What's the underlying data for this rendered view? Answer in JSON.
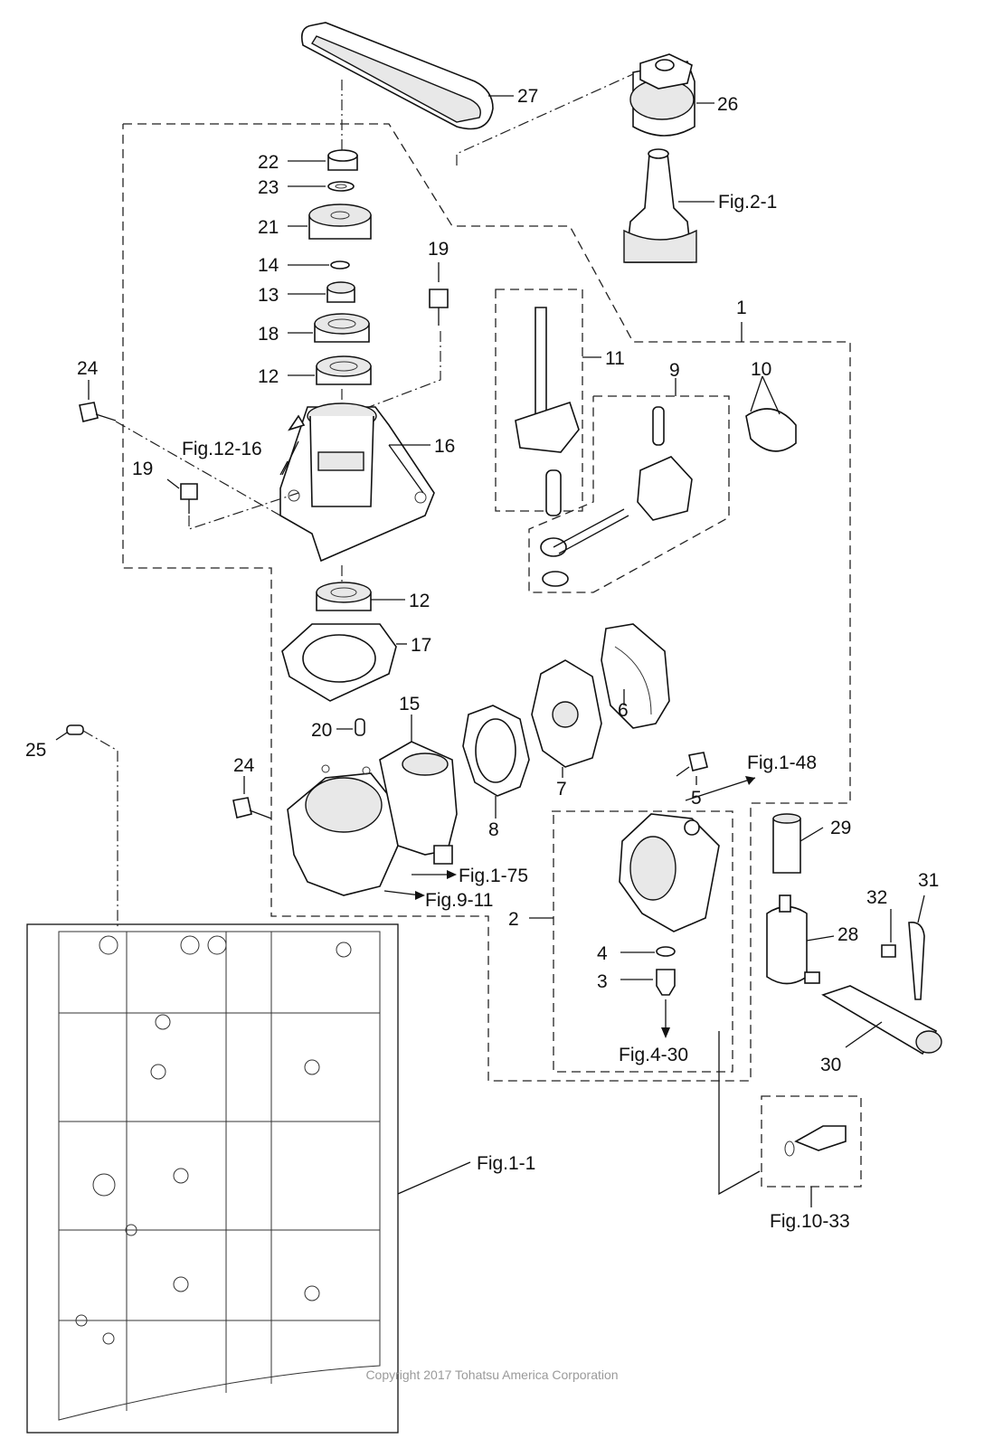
{
  "callouts": [
    {
      "id": "c1",
      "text": "1"
    },
    {
      "id": "c2",
      "text": "2"
    },
    {
      "id": "c3",
      "text": "3"
    },
    {
      "id": "c4",
      "text": "4"
    },
    {
      "id": "c5",
      "text": "5"
    },
    {
      "id": "c6",
      "text": "6"
    },
    {
      "id": "c7",
      "text": "7"
    },
    {
      "id": "c8",
      "text": "8"
    },
    {
      "id": "c9",
      "text": "9"
    },
    {
      "id": "c10",
      "text": "10"
    },
    {
      "id": "c11",
      "text": "11"
    },
    {
      "id": "c12a",
      "text": "12"
    },
    {
      "id": "c12b",
      "text": "12"
    },
    {
      "id": "c13",
      "text": "13"
    },
    {
      "id": "c14",
      "text": "14"
    },
    {
      "id": "c15",
      "text": "15"
    },
    {
      "id": "c16",
      "text": "16"
    },
    {
      "id": "c17",
      "text": "17"
    },
    {
      "id": "c18",
      "text": "18"
    },
    {
      "id": "c19a",
      "text": "19"
    },
    {
      "id": "c19b",
      "text": "19"
    },
    {
      "id": "c20",
      "text": "20"
    },
    {
      "id": "c21",
      "text": "21"
    },
    {
      "id": "c22",
      "text": "22"
    },
    {
      "id": "c23",
      "text": "23"
    },
    {
      "id": "c24a",
      "text": "24"
    },
    {
      "id": "c24b",
      "text": "24"
    },
    {
      "id": "c25",
      "text": "25"
    },
    {
      "id": "c26",
      "text": "26"
    },
    {
      "id": "c27",
      "text": "27"
    },
    {
      "id": "c28",
      "text": "28"
    },
    {
      "id": "c29",
      "text": "29"
    },
    {
      "id": "c30",
      "text": "30"
    },
    {
      "id": "c31",
      "text": "31"
    },
    {
      "id": "c32",
      "text": "32"
    }
  ],
  "figure_refs": [
    {
      "id": "f2_1",
      "text": "Fig.2-1"
    },
    {
      "id": "f12_16",
      "text": "Fig.12-16"
    },
    {
      "id": "f1_48",
      "text": "Fig.1-48"
    },
    {
      "id": "f1_75",
      "text": "Fig.1-75"
    },
    {
      "id": "f9_11",
      "text": "Fig.9-11"
    },
    {
      "id": "f4_30",
      "text": "Fig.4-30"
    },
    {
      "id": "f1_1",
      "text": "Fig.1-1"
    },
    {
      "id": "f10_33",
      "text": "Fig.10-33"
    }
  ],
  "copyright": "Copyright 2017 Tohatsu America Corporation"
}
